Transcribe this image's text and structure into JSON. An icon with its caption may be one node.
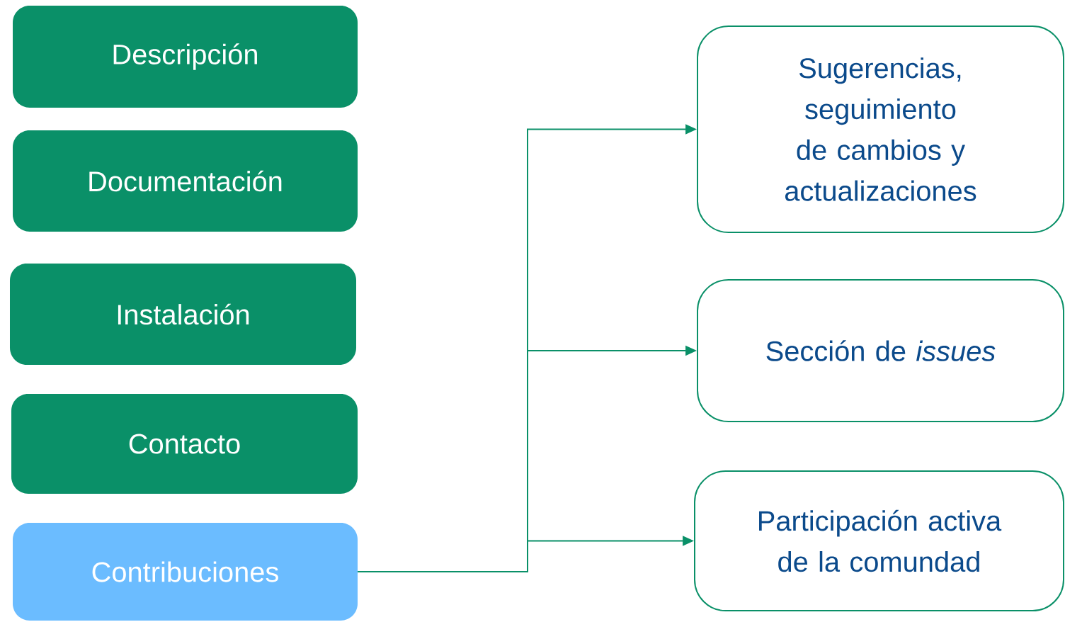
{
  "diagram": {
    "nodes": [
      {
        "text": [
          "Descripción"
        ]
      },
      {
        "text": [
          "Documentación"
        ]
      },
      {
        "text": [
          "Instalación"
        ]
      },
      {
        "text": [
          "Contacto"
        ]
      },
      {
        "text": [
          "Contribuciones"
        ]
      },
      {
        "text": [
          "Sugerencias, seguimiento de cambios y actualizaciones"
        ]
      },
      {
        "text": [
          "Sección de *issues*"
        ]
      },
      {
        "text": [
          "Participación activa de la comundad"
        ]
      }
    ],
    "edges": [
      {
        "from": 4,
        "to": 5,
        "arrow": "to"
      },
      {
        "from": 4,
        "to": 6,
        "arrow": "to"
      },
      {
        "from": 4,
        "to": 7,
        "arrow": "to"
      }
    ]
  }
}
